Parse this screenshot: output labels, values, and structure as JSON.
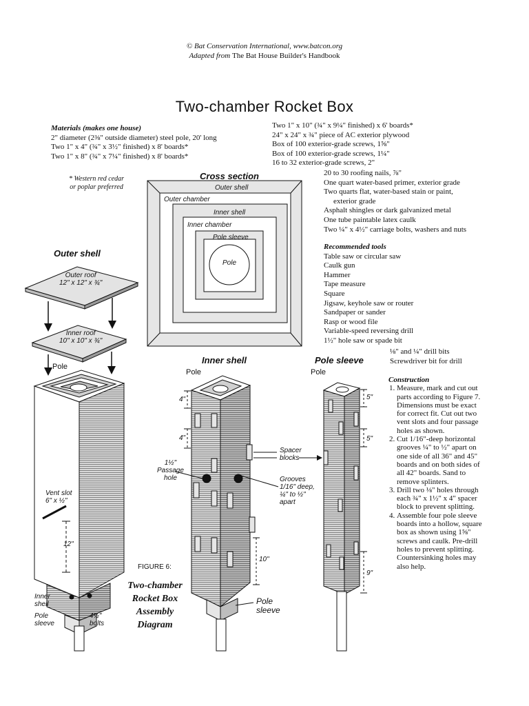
{
  "credit": {
    "line1": "© Bat Conservation International, www.batcon.org",
    "line2_prefix": "Adapted from ",
    "line2_book": "The Bat House Builder's Handbook"
  },
  "title": "Two-chamber Rocket Box",
  "materials": {
    "heading": "Materials (makes one house)",
    "items_left": [
      "2\" diameter (2⅜\" outside diameter) steel pole, 20' long",
      "Two 1\" x 4\" (¾\" x 3½\" finished) x 8' boards*",
      "Two 1\" x 8\" (¾\" x 7¼\" finished) x 8' boards*"
    ],
    "items_right": [
      "Two 1\" x 10\" (¾\" x 9¼\" finished) x 6' boards*",
      "24\" x 24\" x ¾\" piece of AC exterior plywood",
      "Box of 100 exterior-grade screws, 1⅝\"",
      "Box of 100 exterior-grade screws, 1¼\"",
      "16 to 32 exterior-grade screws, 2\""
    ],
    "items_right2": [
      "20 to 30 roofing nails, ⅞\"",
      "One quart water-based primer, exterior grade",
      "Two quarts flat, water-based stain or paint,",
      "exterior grade",
      "Asphalt shingles or dark galvanized metal",
      "One tube paintable latex caulk",
      "Two ¼\" x 4½\" carriage bolts, washers and nuts"
    ],
    "footnote": [
      "* Western red cedar",
      "or poplar preferred"
    ]
  },
  "tools": {
    "heading": "Recommended tools",
    "items": [
      "Table saw or circular saw",
      "Caulk gun",
      "Hammer",
      "Tape measure",
      "Square",
      "Jigsaw, keyhole saw or router",
      "Sandpaper or sander",
      "Rasp or wood file",
      "Variable-speed reversing drill",
      "1½\" hole saw or spade bit",
      "⅛\" and ¼\" drill bits",
      "Screwdriver bit for drill"
    ]
  },
  "construction": {
    "heading": "Construction",
    "steps": [
      "Measure, mark and cut out parts according to Figure 7. Dimensions must be exact for correct fit. Cut out two vent slots and four passage holes as shown.",
      "Cut 1/16\"-deep horizontal grooves ¼\" to ½\" apart on one side of all 36\" and 45\" boards and on both sides of all 42\" boards. Sand to remove splinters.",
      "Drill two ⅛\" holes through each ¾\" x 1½\" x 4\" spacer block to prevent splitting.",
      "Assemble four pole sleeve boards into a hollow, square box as shown using 1⅝\" screws and caulk. Pre-drill holes to prevent splitting. Countersinking holes may also help."
    ]
  },
  "cross_section": {
    "title": "Cross section",
    "labels": [
      "Outer shell",
      "Outer chamber",
      "Inner shell",
      "Inner chamber",
      "Pole sleeve",
      "Pole"
    ]
  },
  "outer_shell": {
    "title": "Outer shell",
    "outer_roof": [
      "Outer roof",
      "12\" x 12\" x ¾\""
    ],
    "inner_roof": [
      "Inner roof",
      "10\" x 10\" x ¾\""
    ],
    "pole": "Pole",
    "vent_slot": [
      "Vent slot",
      "6\" x ½\""
    ],
    "dim_12": "12\"",
    "inner_shell": [
      "Inner",
      "shell"
    ],
    "pole_sleeve": [
      "Pole",
      "sleeve"
    ],
    "bolts": [
      "4½\"",
      "bolts"
    ]
  },
  "inner_shell": {
    "title": "Inner shell",
    "pole": "Pole",
    "dims": [
      "4\"",
      "4\"",
      "10\""
    ],
    "passage_hole": [
      "1½\"",
      "Passage",
      "hole"
    ],
    "spacer_blocks": [
      "Spacer",
      "blocks"
    ],
    "grooves": [
      "Grooves",
      "1/16\" deep,",
      "¼\" to ½\"",
      "apart"
    ],
    "pole_sleeve": [
      "Pole",
      "sleeve"
    ]
  },
  "pole_sleeve": {
    "title": "Pole sleeve",
    "pole": "Pole",
    "dims": [
      "5\"",
      "5\"",
      "9\""
    ]
  },
  "figure": {
    "number": "FIGURE 6:",
    "caption": [
      "Two-chamber",
      "Rocket Box",
      "Assembly",
      "Diagram"
    ]
  }
}
